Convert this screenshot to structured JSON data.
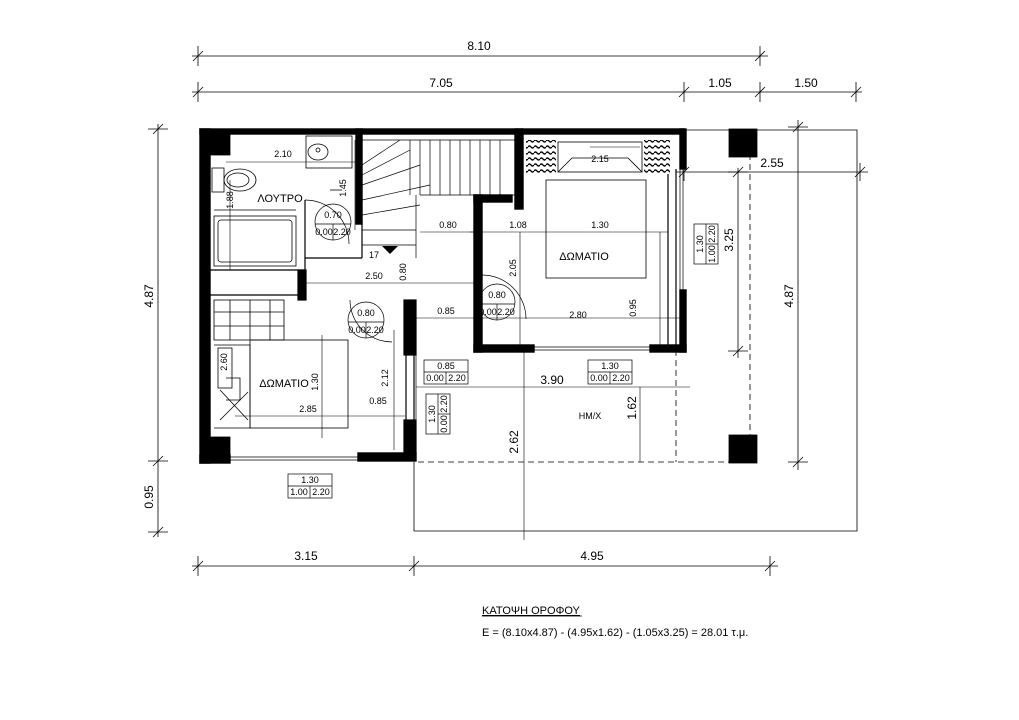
{
  "dims": {
    "top_total": "8.10",
    "top_a": "7.05",
    "top_b": "1.05",
    "top_c": "1.50",
    "left_total": "4.87",
    "left_lower": "0.95",
    "right_total": "4.87",
    "right_mid": "3.25",
    "right_top": "2.55",
    "bottom_a": "3.15",
    "bottom_b": "4.95",
    "bath_w": "2.10",
    "bath_h1": "1.45",
    "bath_h2": "1.88",
    "stair_a": "0.80",
    "stair_b": "0.80",
    "stair_c": "1.08",
    "hall_w": "2.50",
    "hall_a": "0.85",
    "room2_w": "2.85",
    "room2_h": "1.30",
    "room2_side": "2.60",
    "room2_b": "0.85",
    "room2_v": "2.12",
    "room1_top": "2.15",
    "room1_w": "1.30",
    "room1_v": "2.05",
    "room1_b": "2.80",
    "room1_c": "0.95",
    "bal_w": "3.90",
    "bal_h": "1.62",
    "bal_lower": "2.62"
  },
  "openings": [
    {
      "id": "d1",
      "top": "0.70",
      "l": "0.00",
      "r": "2.20"
    },
    {
      "id": "d2",
      "top": "0.80",
      "l": "0.00",
      "r": "2.20"
    },
    {
      "id": "d3",
      "top": "0.80",
      "l": "0.00",
      "r": "2.20"
    },
    {
      "id": "w1",
      "top": "0.85",
      "l": "0.00",
      "r": "2.20"
    },
    {
      "id": "w2",
      "top": "1.30",
      "l": "0.00",
      "r": "2.20"
    },
    {
      "id": "w3",
      "top": "1.30",
      "l": "1.00",
      "r": "2.20"
    },
    {
      "id": "w4",
      "top": "1.30",
      "l": "0.00",
      "r": "2.20"
    },
    {
      "id": "w5",
      "top": "1.30",
      "l": "1.00",
      "r": "2.20"
    }
  ],
  "rooms": {
    "bath": "ΛΟΥΤΡΟ",
    "room1": "ΔΩΜΑΤΙΟ",
    "room2": "ΔΩΜΑΤΙΟ",
    "balcony": "ΗΜ/Χ",
    "stair_num": "17"
  },
  "title": "ΚΑΤΟΨΗ ΟΡΟΦΟΥ",
  "formula": "E = (8.10x4.87) - (4.95x1.62) - (1.05x3.25) = 28.01 τ.μ."
}
